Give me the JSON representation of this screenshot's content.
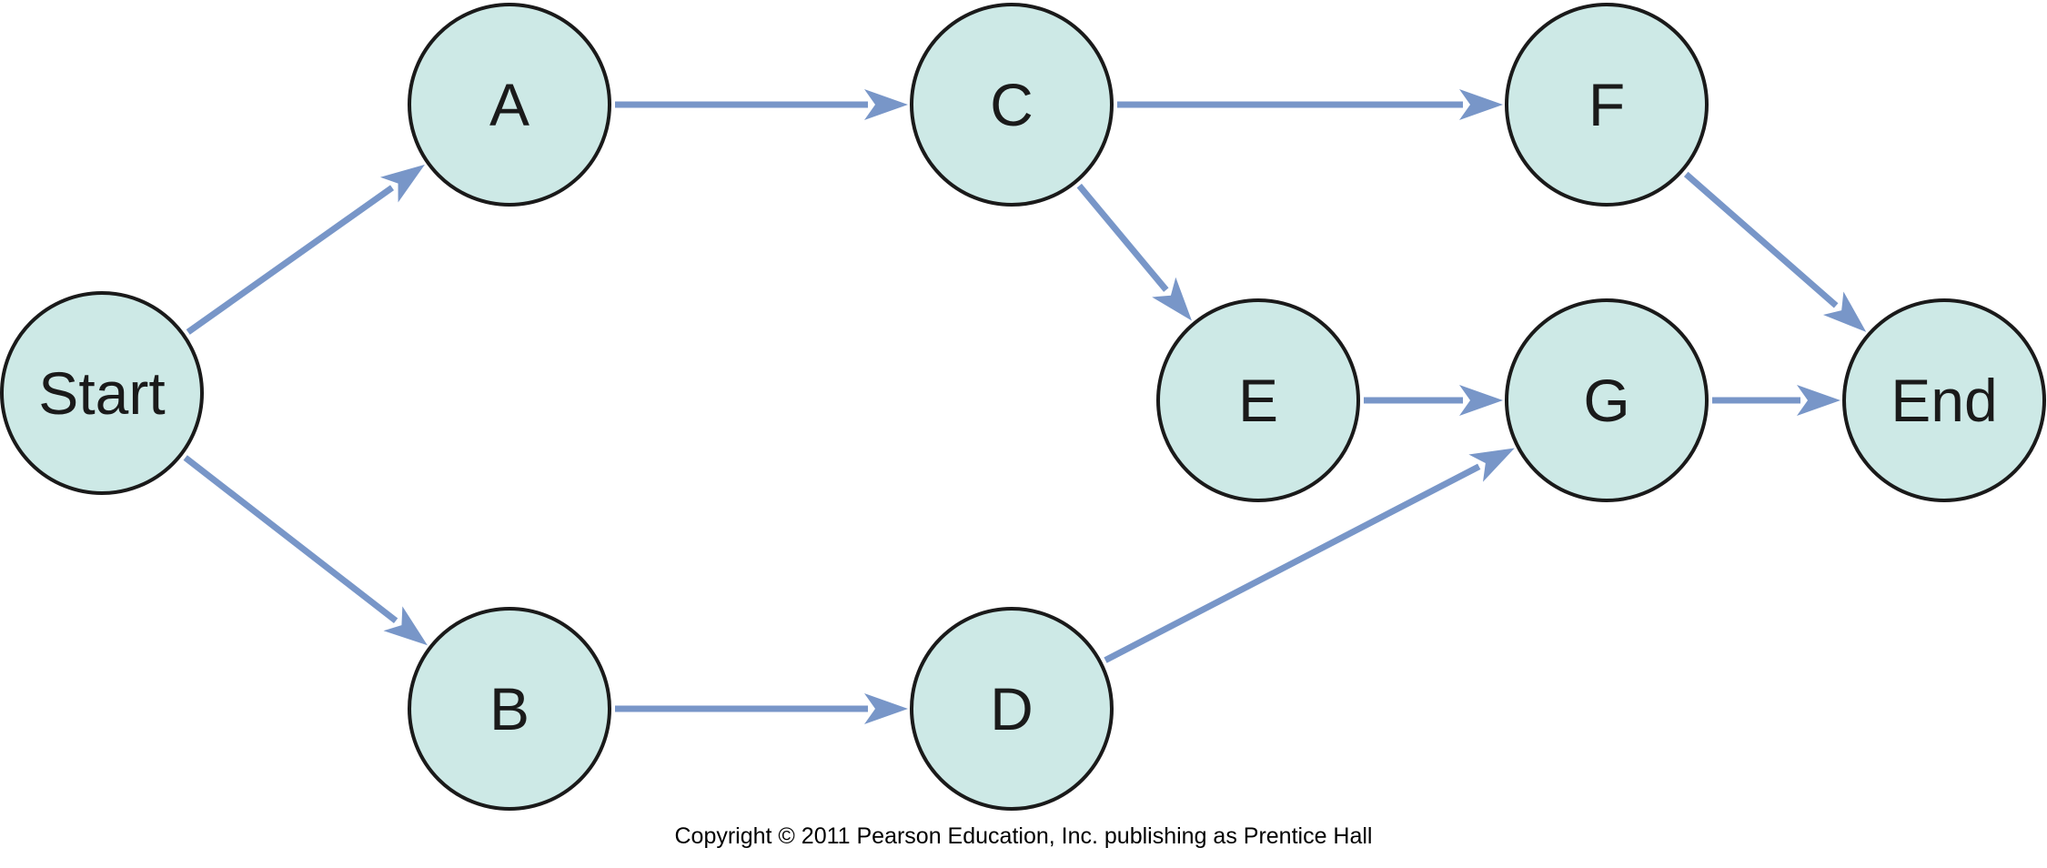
{
  "diagram": {
    "type": "network",
    "nodes": [
      {
        "id": "start",
        "label": "Start"
      },
      {
        "id": "a",
        "label": "A"
      },
      {
        "id": "b",
        "label": "B"
      },
      {
        "id": "c",
        "label": "C"
      },
      {
        "id": "d",
        "label": "D"
      },
      {
        "id": "e",
        "label": "E"
      },
      {
        "id": "f",
        "label": "F"
      },
      {
        "id": "g",
        "label": "G"
      },
      {
        "id": "end",
        "label": "End"
      }
    ],
    "edges": [
      {
        "from": "start",
        "to": "a"
      },
      {
        "from": "start",
        "to": "b"
      },
      {
        "from": "a",
        "to": "c"
      },
      {
        "from": "b",
        "to": "d"
      },
      {
        "from": "c",
        "to": "f"
      },
      {
        "from": "c",
        "to": "e"
      },
      {
        "from": "e",
        "to": "g"
      },
      {
        "from": "d",
        "to": "g"
      },
      {
        "from": "f",
        "to": "end"
      },
      {
        "from": "g",
        "to": "end"
      }
    ],
    "colors": {
      "node_fill": "#cde9e6",
      "node_stroke": "#1a1a1a",
      "edge": "#7896c8"
    }
  },
  "copyright": "Copyright © 2011 Pearson Education, Inc. publishing as Prentice Hall"
}
